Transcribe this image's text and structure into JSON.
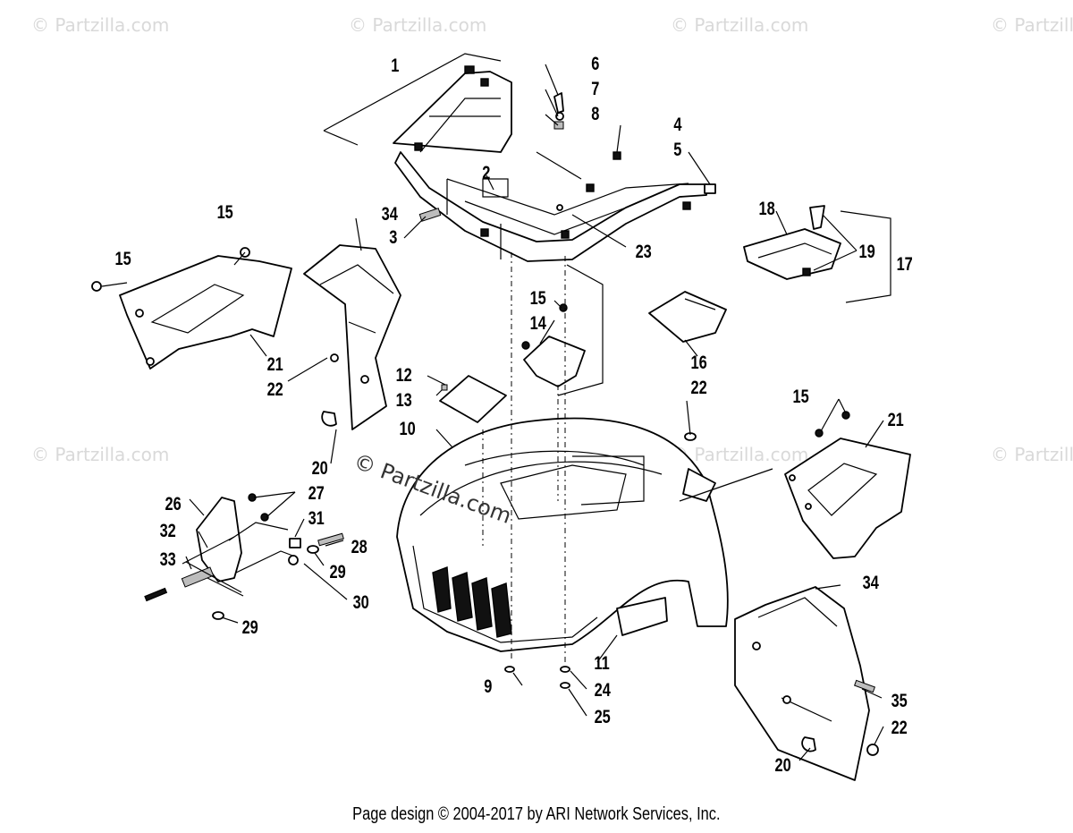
{
  "watermark": "© Partzilla.com",
  "center_watermark": "© Partzilla.com",
  "footer": "Page design © 2004-2017 by ARI Network Services, Inc.",
  "callouts": {
    "c1": "1",
    "c2": "2",
    "c3": "3",
    "c4": "4",
    "c5": "5",
    "c6": "6",
    "c7": "7",
    "c8": "8",
    "c9": "9",
    "c10": "10",
    "c11": "11",
    "c12": "12",
    "c13": "13",
    "c14": "14",
    "c15a": "15",
    "c15b": "15",
    "c15c": "15",
    "c15d": "15",
    "c16": "16",
    "c17": "17",
    "c18": "18",
    "c19": "19",
    "c20a": "20",
    "c20b": "20",
    "c21a": "21",
    "c21b": "21",
    "c22a": "22",
    "c22b": "22",
    "c22c": "22",
    "c23": "23",
    "c24": "24",
    "c25": "25",
    "c26": "26",
    "c27": "27",
    "c28": "28",
    "c29a": "29",
    "c29b": "29",
    "c30": "30",
    "c31": "31",
    "c32": "32",
    "c33": "33",
    "c34a": "34",
    "c34b": "34",
    "c35": "35"
  }
}
